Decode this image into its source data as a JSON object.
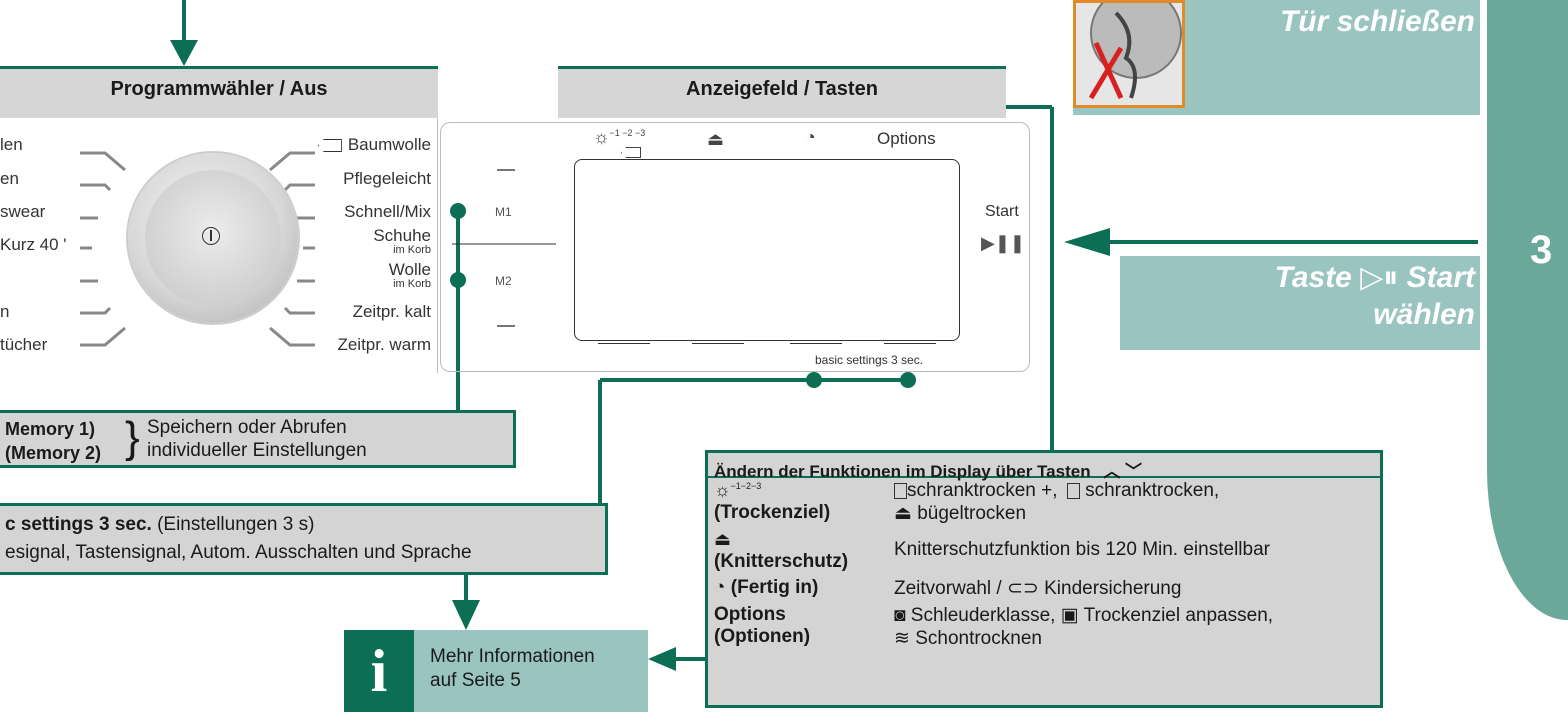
{
  "program_selector": {
    "title": "Programmwähler / Aus",
    "left_programs": [
      "len",
      "en",
      "swear",
      "Kurz 40 '",
      "",
      "n",
      "tücher"
    ],
    "right_programs": [
      {
        "label": "Baumwolle",
        "sub": ""
      },
      {
        "label": "Pflegeleicht",
        "sub": ""
      },
      {
        "label": "Schnell/Mix",
        "sub": ""
      },
      {
        "label": "Schuhe",
        "sub": "im Korb"
      },
      {
        "label": "Wolle",
        "sub": "im Korb"
      },
      {
        "label": "Zeitpr. kalt",
        "sub": ""
      },
      {
        "label": "Zeitpr. warm",
        "sub": ""
      }
    ]
  },
  "display_panel": {
    "title": "Anzeigefeld / Tasten",
    "top_superscript": "−1 −2 −3",
    "options_label": "Options",
    "memory_labels": [
      "M1",
      "M2"
    ],
    "start_label": "Start",
    "start_symbol": "▶❚❚",
    "basic_settings_label": "basic settings 3 sec."
  },
  "door_tip": {
    "text": "Tür schließen"
  },
  "start_tip": {
    "line1_prefix": "Taste",
    "line1_symbol": "▷⏸",
    "line1_suffix": "Start",
    "line2": "wählen"
  },
  "page_number": "3",
  "memory_box": {
    "line1": "Memory 1)",
    "line2": "(Memory 2)",
    "desc1": "Speichern oder Abrufen",
    "desc2": "individueller Einstellungen"
  },
  "basic_box": {
    "bold": "c settings 3 sec.",
    "normal": " (Einstellungen 3 s)",
    "line2": "esignal, Tastensignal, Autom. Ausschalten und Sprache"
  },
  "info_box": {
    "icon": "i",
    "line1": "Mehr Informationen",
    "line2": "auf Seite 5"
  },
  "functions_table": {
    "header": "Ändern der Funktionen im Display über Tasten",
    "header_arrows": "︿ ﹀",
    "rows": [
      {
        "icon": "☼",
        "icon_sup": "−1−2−3",
        "label": "(Trockenziel)",
        "desc1": "schranktrocken +,",
        "desc1b": "schranktrocken,",
        "desc2": "bügeltrocken"
      },
      {
        "icon": "",
        "icon_sup": "",
        "label": "(Knitterschutz)",
        "desc1": "Knitterschutzfunktion bis 120 Min. einstellbar",
        "desc1b": "",
        "desc2": ""
      },
      {
        "icon": "",
        "icon_sup": "",
        "label": "(Fertig in)",
        "desc1": "Zeitvorwahl /",
        "desc1b": "Kindersicherung",
        "desc2": ""
      },
      {
        "icon": "",
        "icon_sup": "",
        "label": "Options",
        "label2": "(Optionen)",
        "desc1": "Schleuderklasse,",
        "desc1b": "Trockenziel anpassen,",
        "desc2": "Schontrocknen"
      }
    ]
  },
  "colors": {
    "accent": "#0b6e55",
    "teal_tile": "#99c4c0",
    "gray_box": "#d4d4d4",
    "side_tab": "#6aa89a"
  }
}
